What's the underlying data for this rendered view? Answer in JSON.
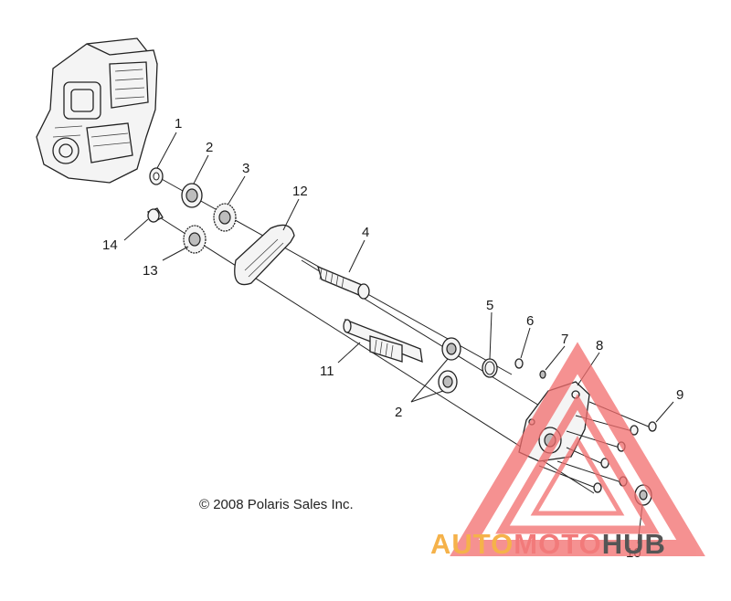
{
  "callouts": [
    {
      "id": "1",
      "label": "1"
    },
    {
      "id": "2a",
      "label": "2"
    },
    {
      "id": "3",
      "label": "3"
    },
    {
      "id": "12",
      "label": "12"
    },
    {
      "id": "4",
      "label": "4"
    },
    {
      "id": "14",
      "label": "14"
    },
    {
      "id": "13",
      "label": "13"
    },
    {
      "id": "5",
      "label": "5"
    },
    {
      "id": "6",
      "label": "6"
    },
    {
      "id": "7",
      "label": "7"
    },
    {
      "id": "8",
      "label": "8"
    },
    {
      "id": "9",
      "label": "9"
    },
    {
      "id": "11",
      "label": "11"
    },
    {
      "id": "2b",
      "label": "2"
    },
    {
      "id": "10",
      "label": "10"
    }
  ],
  "copyright": "© 2008 Polaris Sales Inc.",
  "watermark": {
    "part1": "AUTO",
    "part2": "MOTO",
    "part3": "HUB",
    "color_part1": "#f5b24a",
    "color_part2": "#f27a7a",
    "color_part3": "#555555",
    "triangle_color": "#f26d6d"
  }
}
